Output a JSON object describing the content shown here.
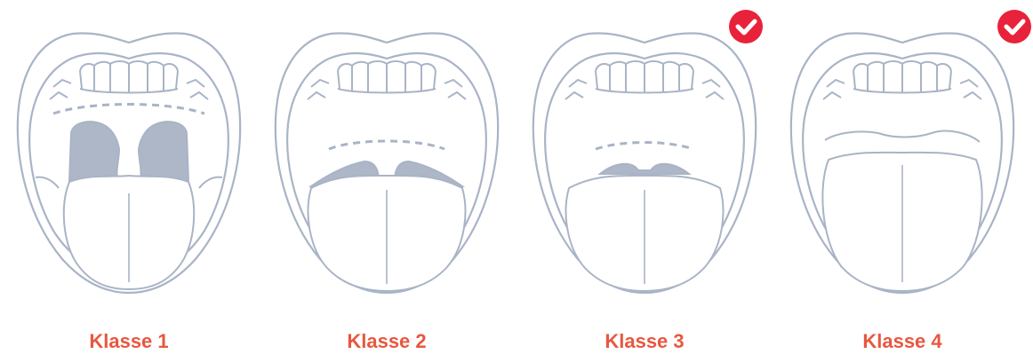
{
  "colors": {
    "outline": "#a9b4c6",
    "fill": "#adb7c8",
    "accent": "#e8573f",
    "check_bg": "#e8223a"
  },
  "panels": [
    {
      "label": "Klasse 1",
      "checked": false,
      "icon": "mouth-class-1-icon"
    },
    {
      "label": "Klasse 2",
      "checked": false,
      "icon": "mouth-class-2-icon"
    },
    {
      "label": "Klasse 3",
      "checked": true,
      "icon": "mouth-class-3-icon"
    },
    {
      "label": "Klasse 4",
      "checked": true,
      "icon": "mouth-class-4-icon"
    }
  ]
}
